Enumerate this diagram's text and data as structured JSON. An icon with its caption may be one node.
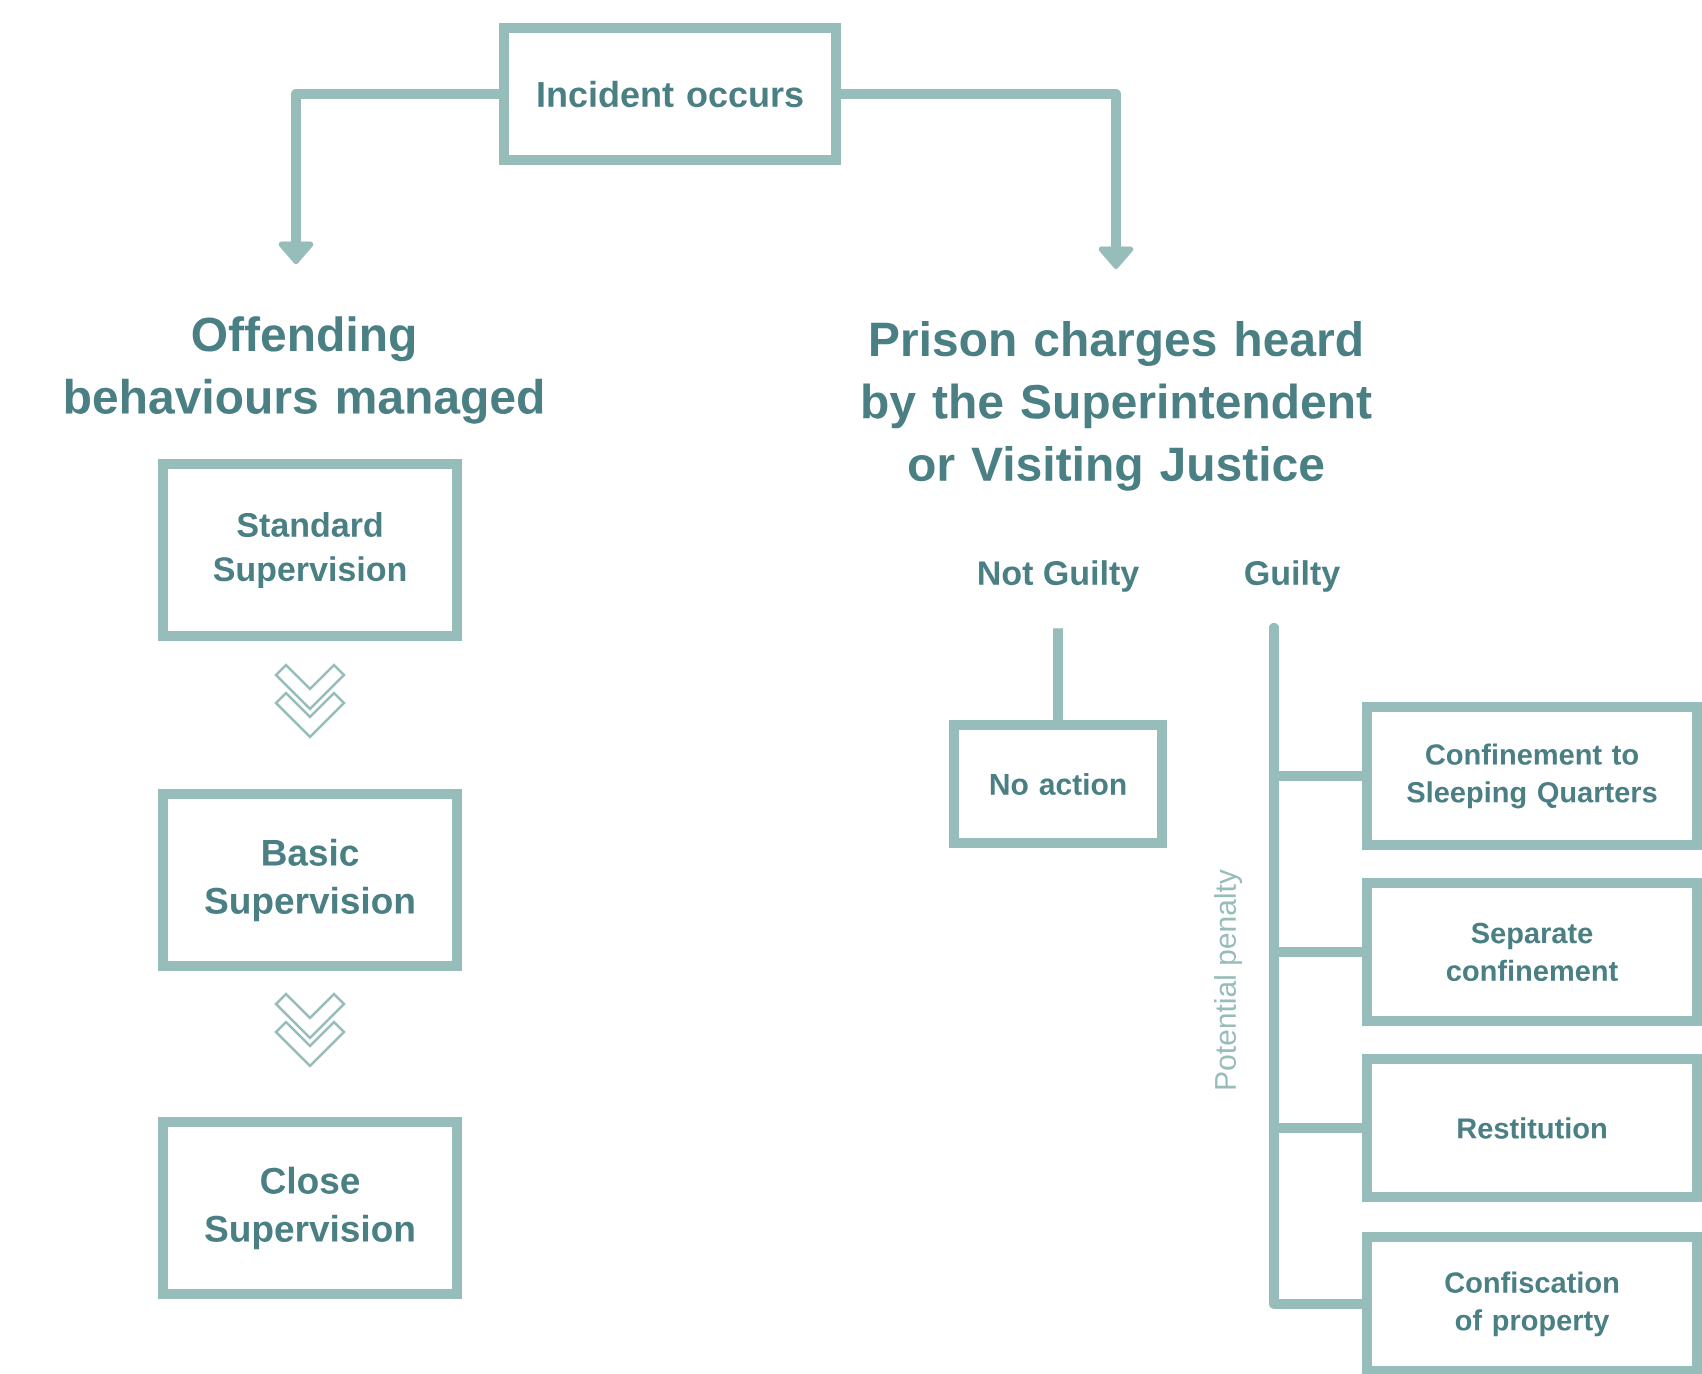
{
  "diagram": {
    "nodes": [
      {
        "text": [
          "Incident occurs"
        ]
      },
      {
        "text": [
          "Offending behaviours managed"
        ]
      },
      {
        "text": [
          "Prison charges heard by the Superintendent or Visiting Justice"
        ]
      },
      {
        "text": [
          "Standard Supervision"
        ]
      },
      {
        "text": [
          "Basic Supervision"
        ]
      },
      {
        "text": [
          "Close Supervision"
        ]
      },
      {
        "text": [
          "Not Guilty"
        ]
      },
      {
        "text": [
          "Guilty"
        ]
      },
      {
        "text": [
          "No action"
        ]
      },
      {
        "text": [
          "Confinement to Sleeping Quarters"
        ]
      },
      {
        "text": [
          "Separate confinement"
        ]
      },
      {
        "text": [
          "Restitution"
        ]
      },
      {
        "text": [
          "Confiscation of property"
        ]
      }
    ],
    "edges": [
      {
        "from": 0,
        "to": 1,
        "arrow": "to"
      },
      {
        "from": 0,
        "to": 2,
        "arrow": "to"
      },
      {
        "from": 3,
        "to": 4,
        "arrow": "to"
      },
      {
        "from": 4,
        "to": 5,
        "arrow": "to"
      },
      {
        "from": 6,
        "to": 8,
        "arrow": "none"
      },
      {
        "from": 7,
        "to": 9,
        "arrow": "none"
      },
      {
        "from": 7,
        "to": 10,
        "arrow": "none"
      },
      {
        "from": 7,
        "to": 11,
        "arrow": "none"
      },
      {
        "from": 7,
        "to": 12,
        "arrow": "none"
      }
    ],
    "labels": [
      "Potential penalty"
    ]
  }
}
